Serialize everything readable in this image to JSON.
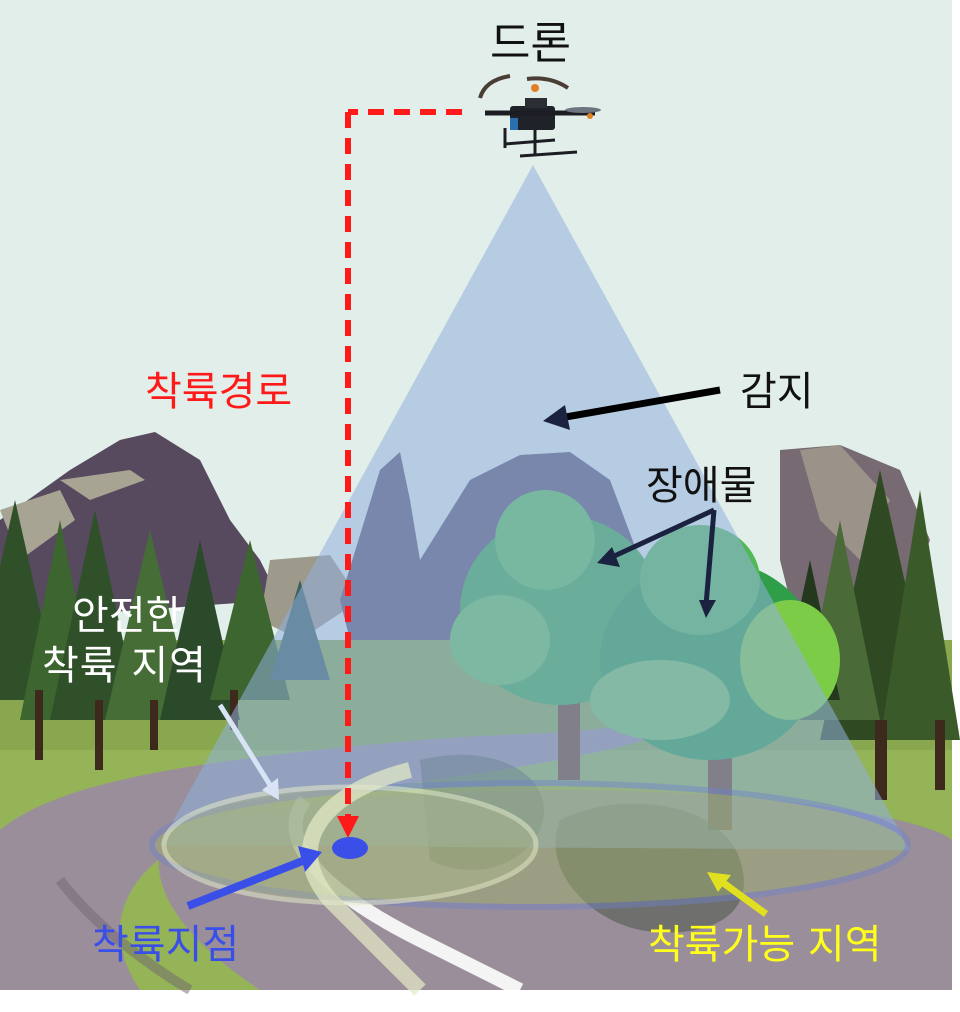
{
  "diagram": {
    "type": "drone-landing-illustration",
    "labels": {
      "drone": "드론",
      "landing_path": "착륙경로",
      "sensing": "감지",
      "obstacles": "장애물",
      "safe_zone_line1": "안전한",
      "safe_zone_line2": "착륙 지역",
      "landing_point": "착륙지점",
      "landable_zone": "착륙가능 지역"
    },
    "colors": {
      "sky": "#e2eeea",
      "landing_path": "#ff1a1a",
      "landing_point": "#3a4ee8",
      "landable_zone_label": "#ffff1a",
      "sensing_cone": "#8fb0dc",
      "safe_zone_ring": "#dfe8c8",
      "road": "#9a8e9a",
      "grass": "#8fb050",
      "arrow_dark": "#1a2240"
    }
  }
}
